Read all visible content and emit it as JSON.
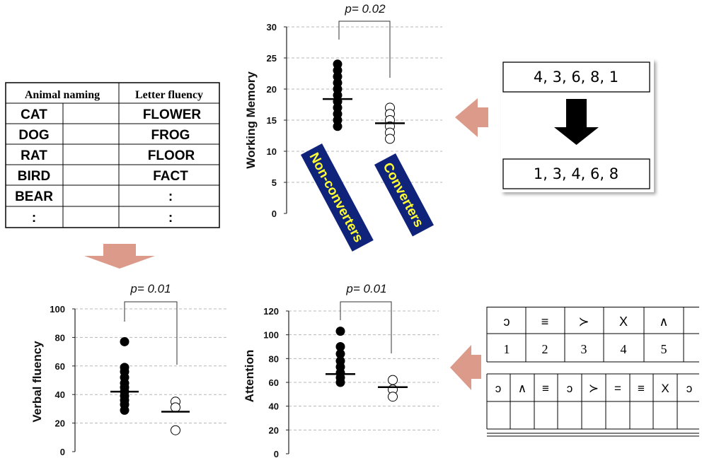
{
  "colors": {
    "arrow": "#dc9a8a",
    "label_bg": "#10237a",
    "label_text": "#ffff33",
    "grid": "#b8b8b8"
  },
  "chart_data": [
    {
      "id": "wm",
      "type": "scatter",
      "ylabel": "Working Memory",
      "ylim": [
        0,
        30
      ],
      "yticks": [
        0,
        5,
        10,
        15,
        20,
        25,
        30
      ],
      "pvalue": "p= 0.02",
      "grid": true,
      "categories": [
        "Non-converters",
        "Converters"
      ],
      "category_labels_shown": true,
      "series": [
        {
          "name": "Non-converters",
          "filled": true,
          "values": [
            24,
            23,
            22,
            21,
            20,
            19,
            18,
            17,
            16,
            15,
            14
          ],
          "mean": 18.4
        },
        {
          "name": "Converters",
          "filled": false,
          "values": [
            17,
            16,
            15,
            14,
            13,
            12
          ],
          "mean": 14.5
        }
      ]
    },
    {
      "id": "vf",
      "type": "scatter",
      "ylabel": "Verbal fluency",
      "ylim": [
        0,
        100
      ],
      "yticks": [
        0,
        20,
        40,
        60,
        80,
        100
      ],
      "pvalue": "p= 0.01",
      "grid": true,
      "categories": [
        "Non-converters",
        "Converters"
      ],
      "category_labels_shown": false,
      "series": [
        {
          "name": "Non-converters",
          "filled": true,
          "values": [
            77,
            59,
            56,
            52,
            48,
            45,
            42,
            39,
            36,
            33,
            29
          ],
          "mean": 42
        },
        {
          "name": "Converters",
          "filled": false,
          "values": [
            35,
            31,
            15
          ],
          "mean": 28
        }
      ]
    },
    {
      "id": "att",
      "type": "scatter",
      "ylabel": "Attention",
      "ylim": [
        0,
        120
      ],
      "yticks": [
        0,
        20,
        40,
        60,
        80,
        100,
        120
      ],
      "pvalue": "p= 0.01",
      "grid": true,
      "categories": [
        "Non-converters",
        "Converters"
      ],
      "category_labels_shown": false,
      "series": [
        {
          "name": "Non-converters",
          "filled": true,
          "values": [
            103,
            90,
            84,
            78,
            73,
            68,
            64,
            60
          ],
          "mean": 67
        },
        {
          "name": "Converters",
          "filled": false,
          "values": [
            62,
            54,
            48
          ],
          "mean": 56
        }
      ]
    }
  ],
  "fluency_table": {
    "headers": [
      "Animal naming",
      "Letter fluency"
    ],
    "rows": [
      [
        "CAT",
        "",
        "FLOWER"
      ],
      [
        "DOG",
        "",
        "FROG"
      ],
      [
        "RAT",
        "",
        "FLOOR"
      ],
      [
        "BIRD",
        "",
        "FACT"
      ],
      [
        "BEAR",
        "",
        ":"
      ],
      [
        ":",
        "",
        ":"
      ]
    ]
  },
  "digit_task": {
    "input": "4, 3, 6, 8, 1",
    "output": "1, 3, 4, 6, 8"
  },
  "symbol_task": {
    "key_symbols": [
      "ↄ",
      "≡",
      "≻",
      "X",
      "∧"
    ],
    "key_numbers": [
      "1",
      "2",
      "3",
      "4",
      "5"
    ],
    "test_symbols": [
      "ↄ",
      "∧",
      "≡",
      "ↄ",
      "≻",
      "=",
      "≡",
      "X",
      "ↄ"
    ]
  }
}
